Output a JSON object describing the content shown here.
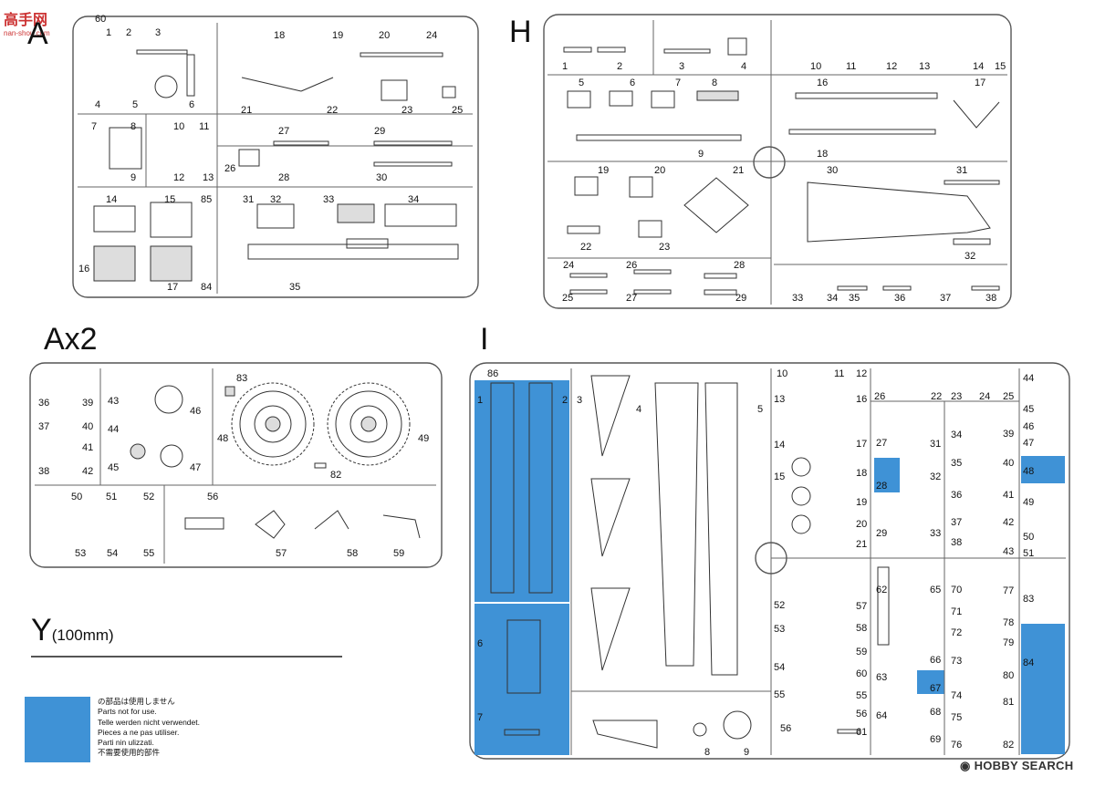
{
  "watermark_top": {
    "text": "高手网",
    "url": "nan-shou.com"
  },
  "watermark_bottom": {
    "icon": "hobby-search-logo-icon",
    "text": "HOBBY SEARCH"
  },
  "sprues": {
    "A": {
      "title": "A",
      "labels": [
        "60",
        "1",
        "2",
        "3",
        "4",
        "5",
        "6",
        "18",
        "19",
        "20",
        "24",
        "21",
        "22",
        "23",
        "25",
        "7",
        "8",
        "10",
        "11",
        "9",
        "12",
        "13",
        "27",
        "29",
        "26",
        "28",
        "30",
        "14",
        "15",
        "85",
        "31",
        "32",
        "33",
        "34",
        "16",
        "17",
        "84",
        "35"
      ]
    },
    "H": {
      "title": "H",
      "labels": [
        "1",
        "2",
        "3",
        "4",
        "10",
        "11",
        "12",
        "13",
        "14",
        "15",
        "5",
        "6",
        "7",
        "8",
        "16",
        "17",
        "9",
        "18",
        "19",
        "20",
        "21",
        "30",
        "31",
        "22",
        "23",
        "32",
        "24",
        "26",
        "28",
        "25",
        "27",
        "29",
        "33",
        "34",
        "35",
        "36",
        "37",
        "38"
      ]
    },
    "Ax2": {
      "title": "Ax2",
      "labels": [
        "36",
        "39",
        "37",
        "40",
        "41",
        "38",
        "42",
        "43",
        "44",
        "45",
        "46",
        "47",
        "48",
        "49",
        "83",
        "82",
        "50",
        "51",
        "52",
        "53",
        "54",
        "55",
        "56",
        "57",
        "58",
        "59"
      ]
    },
    "I": {
      "title": "I",
      "labels": [
        "86",
        "1",
        "2",
        "3",
        "4",
        "5",
        "6",
        "7",
        "8",
        "9",
        "10",
        "11",
        "12",
        "13",
        "14",
        "15",
        "16",
        "17",
        "18",
        "19",
        "20",
        "21",
        "22",
        "23",
        "24",
        "25",
        "26",
        "27",
        "28",
        "29",
        "31",
        "32",
        "33",
        "34",
        "35",
        "36",
        "37",
        "38",
        "39",
        "40",
        "41",
        "42",
        "43",
        "44",
        "45",
        "46",
        "47",
        "48",
        "49",
        "50",
        "51",
        "52",
        "53",
        "54",
        "55",
        "56",
        "57",
        "58",
        "59",
        "60",
        "61",
        "62",
        "63",
        "64",
        "65",
        "66",
        "67",
        "68",
        "69",
        "70",
        "71",
        "72",
        "73",
        "74",
        "75",
        "76",
        "77",
        "78",
        "79",
        "80",
        "81",
        "82",
        "83",
        "84"
      ]
    },
    "Y": {
      "title": "Y",
      "size": "(100mm)"
    }
  },
  "legend": {
    "color": "#3f92d6",
    "lines": [
      "の部品は使用しません",
      "Parts not for use.",
      "Telle werden nicht verwendet.",
      "Pieces a ne pas utiliser.",
      "Parti nin ulizzati.",
      "不需要使用的部件"
    ]
  }
}
